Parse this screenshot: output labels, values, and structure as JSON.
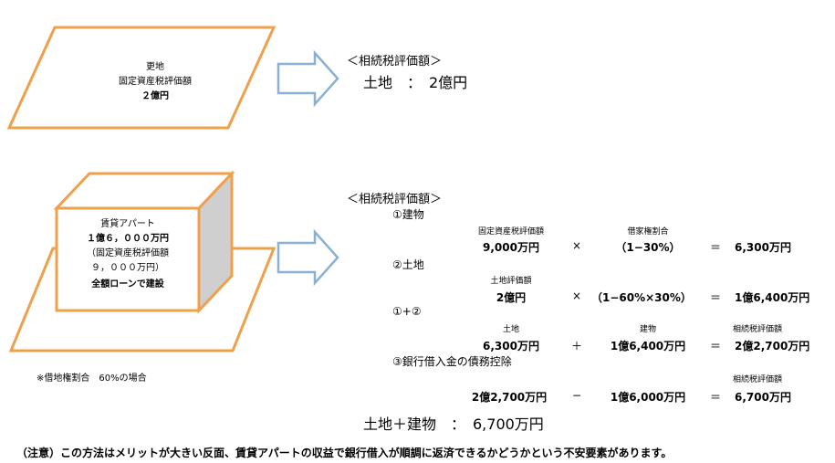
{
  "top": {
    "box": {
      "line1": "更地",
      "line2": "固定資産税評価額",
      "line3": "２億円"
    },
    "result": {
      "heading": "＜相続税評価額＞",
      "value": "土地　：　2億円"
    }
  },
  "bottom": {
    "box": {
      "line1": "賃貸アパート",
      "line2": "１億６，０００万円",
      "line3": "（固定資産税評価額",
      "line4": "９，０００万円）",
      "line5": "全額ローンで建設"
    },
    "footnote": "※借地権割合　60%の場合",
    "heading": "＜相続税評価額＞",
    "step1": {
      "title": "①建物",
      "label_a": "固定資産税評価額",
      "label_b": "借家権割合",
      "val_a": "9,000万円",
      "op": "×",
      "val_b": "（1−30%）",
      "eq": "＝",
      "result": "6,300万円"
    },
    "step2": {
      "title": "②土地",
      "label_a": "土地評価額",
      "val_a": "2億円",
      "op": "×",
      "val_b": "（1−60%×30%）",
      "eq": "＝",
      "result": "1億6,400万円"
    },
    "step3": {
      "title": "①+②",
      "label_a": "土地",
      "label_b": "建物",
      "label_c": "相続税評価額",
      "val_a": "6,300万円",
      "op": "＋",
      "val_b": "1億6,400万円",
      "eq": "＝",
      "result": "2億2,700万円"
    },
    "step4": {
      "title": "③銀行借入金の債務控除",
      "label_c": "相続税評価額",
      "val_a": "2億2,700万円",
      "op": "−",
      "val_b": "1億6,000万円",
      "eq": "＝",
      "result": "6,700万円"
    },
    "total": "土地＋建物　：　6,700万円"
  },
  "note": "（注意）この方法はメリットが大きい反面、賃貸アパートの収益で銀行借入が順調に返済できるかどうかという不安要素があります。",
  "colors": {
    "orange": "#f0a04a",
    "arrow_fill": "#ffffff",
    "arrow_stroke": "#8ab0d6",
    "box_side": "#cfcfcf"
  }
}
